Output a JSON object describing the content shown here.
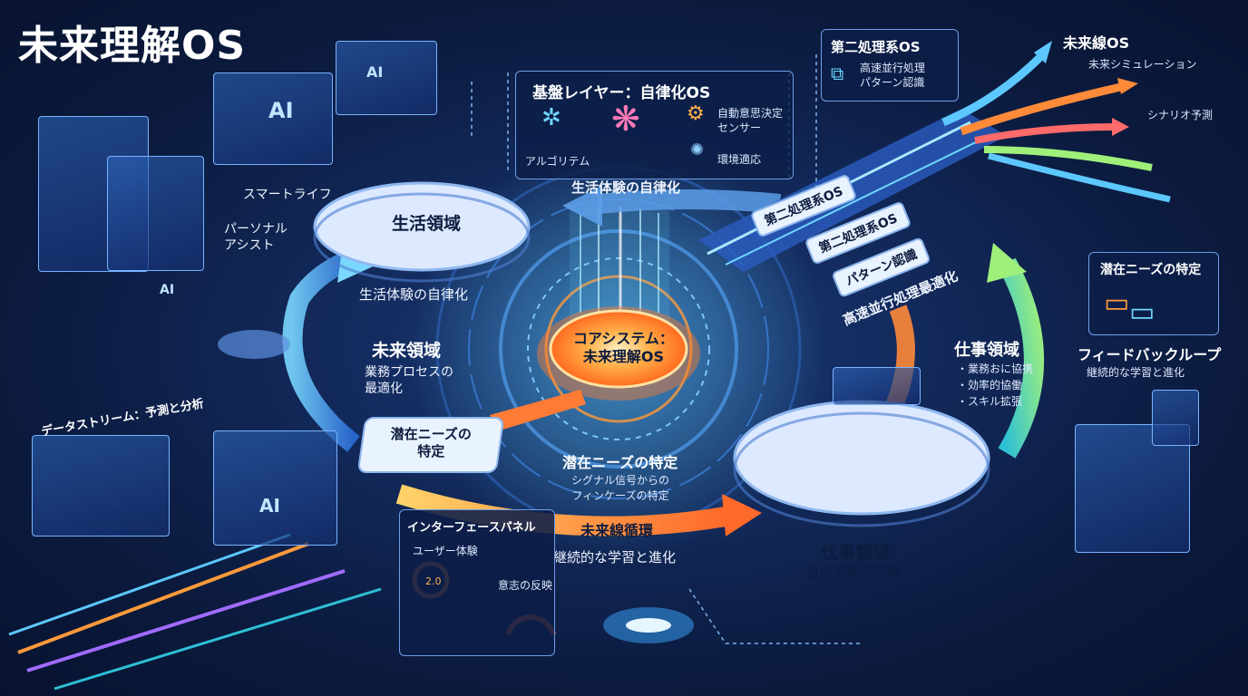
{
  "title": "未来理解OS",
  "labels": {
    "smart_life": "スマートライフ",
    "personal_assist": "パーソナル\nアシスト",
    "life_autonomy_arrow": "生活体験の自律化"
  },
  "life_domain": {
    "title": "生活領域",
    "subtitle": "生活体験の自律化"
  },
  "foundation": {
    "title": "基盤レイヤー：自律化OS",
    "algorithm": "アルゴリテム",
    "decision": "自動意思決定\nセンサー",
    "env": "環境適応"
  },
  "second_system": {
    "title": "第二処理系OS",
    "desc": "高速並行処理\nパターン認識"
  },
  "future_line": {
    "title": "未来線OS",
    "sim": "未来シミュレーション",
    "scenario": "シナリオ予測"
  },
  "highway": {
    "label1": "第二処理系OS",
    "label2": "第二処理系OS",
    "label3": "パターン認識",
    "label4": "高速並行処理最適化"
  },
  "core": {
    "label": "コアシステム：\n未来理解OS"
  },
  "future_domain": {
    "title": "未来領域",
    "desc": "業務プロセスの\n最適化"
  },
  "latent_tile": {
    "label": "潜在ニーズの\n特定"
  },
  "latent_id": {
    "title": "潜在ニーズの特定",
    "desc": "シグナル信号からの\nフィンケーズの特定"
  },
  "future_loop": {
    "title": "未来線循環",
    "desc": "継続的な学習と進化"
  },
  "work_side": {
    "title": "仕事領域",
    "list": "・業務おに協携\n・効率的協働\n・スキル拡張"
  },
  "work_domain": {
    "title": "仕事領域",
    "subtitle": "自己実現の促進"
  },
  "latent_panel": {
    "title": "潜在ニーズの特定"
  },
  "feedback": {
    "title": "フィードバックループ",
    "desc": "継続的な学習と進化"
  },
  "datastream": {
    "label": "データストリーム：予測と分析"
  },
  "interface": {
    "title": "インターフェースパネル",
    "ux": "ユーザー体験",
    "reflect": "意志の反映",
    "gauge": "2.0"
  },
  "ai": {
    "a": "AI"
  }
}
